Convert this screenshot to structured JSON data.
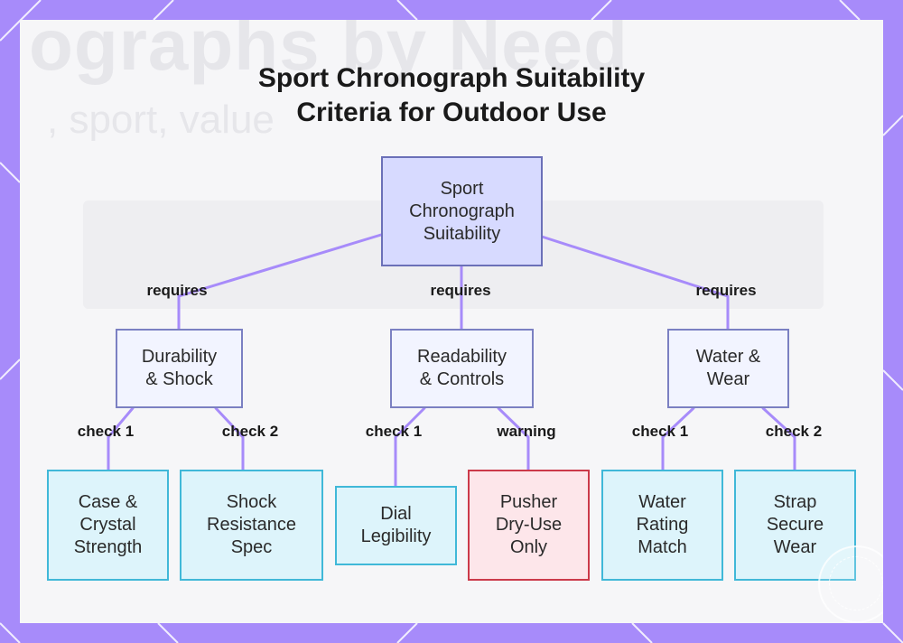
{
  "title": {
    "line1": "Sport Chronograph Suitability",
    "line2": "Criteria for Outdoor Use"
  },
  "background_text": {
    "heading": "ographs by Need",
    "subheading": ", sport, value"
  },
  "colors": {
    "frame": "#a78bfa",
    "edge": "#a78bfa",
    "root_fill": "#d7daff",
    "mid_fill": "#f2f4ff",
    "leaf_fill": "#ddf4fb",
    "leaf_border": "#40b8d8",
    "warning_fill": "#fde6ea",
    "warning_border": "#cc3a4a"
  },
  "nodes": {
    "root": {
      "lines": [
        "Sport",
        "Chronograph",
        "Suitability"
      ]
    },
    "durability": {
      "lines": [
        "Durability",
        "& Shock"
      ]
    },
    "readability": {
      "lines": [
        "Readability",
        "& Controls"
      ]
    },
    "water_wear": {
      "lines": [
        "Water &",
        "Wear"
      ]
    },
    "case_crystal": {
      "lines": [
        "Case &",
        "Crystal",
        "Strength"
      ]
    },
    "shock_spec": {
      "lines": [
        "Shock",
        "Resistance",
        "Spec"
      ]
    },
    "dial": {
      "lines": [
        "Dial",
        "Legibility"
      ]
    },
    "pusher": {
      "lines": [
        "Pusher",
        "Dry-Use",
        "Only"
      ]
    },
    "water_rating": {
      "lines": [
        "Water",
        "Rating",
        "Match"
      ]
    },
    "strap": {
      "lines": [
        "Strap",
        "Secure",
        "Wear"
      ]
    }
  },
  "edge_labels": {
    "root_durability": "requires",
    "root_readability": "requires",
    "root_water": "requires",
    "durability_case": "check 1",
    "durability_shock": "check 2",
    "readability_dial": "check 1",
    "readability_pusher": "warning",
    "water_rating": "check 1",
    "water_strap": "check 2"
  }
}
